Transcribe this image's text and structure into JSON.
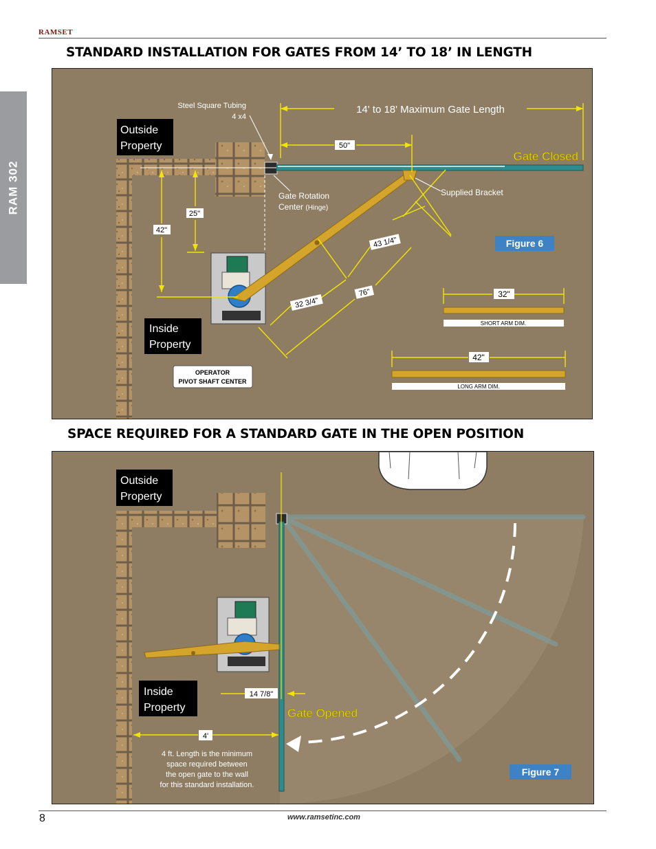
{
  "header": {
    "brand": "RAMSET"
  },
  "side_tab": {
    "label": "RAM 302"
  },
  "section_1": {
    "heading": "STANDARD INSTALLATION FOR GATES FROM 14’ TO 18’ IN LENGTH",
    "figure": {
      "steel_tubing_line1": "Steel Square Tubing",
      "steel_tubing_line2": "4 x4",
      "max_length": "14' to 18' Maximum Gate Length",
      "outside_line1": "Outside",
      "outside_line2": "Property",
      "inside_line1": "Inside",
      "inside_line2": "Property",
      "dim_50": "50\"",
      "dim_25": "25\"",
      "dim_42": "42\"",
      "dim_43_1_4": "43 1/4\"",
      "dim_76": "76\"",
      "dim_32_3_4": "32 3/4\"",
      "gate_closed": "Gate Closed",
      "pivot_line1": "Gate Rotation",
      "pivot_line2": "Center",
      "pivot_line2b": "(Hinge)",
      "supplied_bracket": "Supplied Bracket",
      "figure_label": "Figure 6",
      "short_arm_value": "32\"",
      "short_arm_label": "SHORT ARM DIM.",
      "long_arm_value": "42\"",
      "long_arm_label": "LONG ARM DIM.",
      "operator_line1": "OPERATOR",
      "operator_line2": "PIVOT SHAFT CENTER"
    }
  },
  "section_2": {
    "heading": "SPACE REQUIRED FOR A STANDARD GATE IN THE OPEN POSITION",
    "figure": {
      "outside_line1": "Outside",
      "outside_line2": "Property",
      "inside_line1": "Inside",
      "inside_line2": "Property",
      "dim_14_7_8": "14 7/8\"",
      "gate_opened": "Gate Opened",
      "dim_4ft": "4'",
      "note_line1": "4 ft. Length is the minimum",
      "note_line2": "space required between",
      "note_line3": "the open gate to the wall",
      "note_line4": "for this standard installation.",
      "figure_label": "Figure 7"
    }
  },
  "footer": {
    "page_number": "8",
    "website": "www.ramsetinc.com"
  },
  "colors": {
    "ground": "#8e7d63",
    "gate": "#2f8c8c",
    "arm": "#d4a52a",
    "dimension": "#f2e600",
    "figure_label_bg": "#3d82c4",
    "brand": "#8a1414"
  }
}
